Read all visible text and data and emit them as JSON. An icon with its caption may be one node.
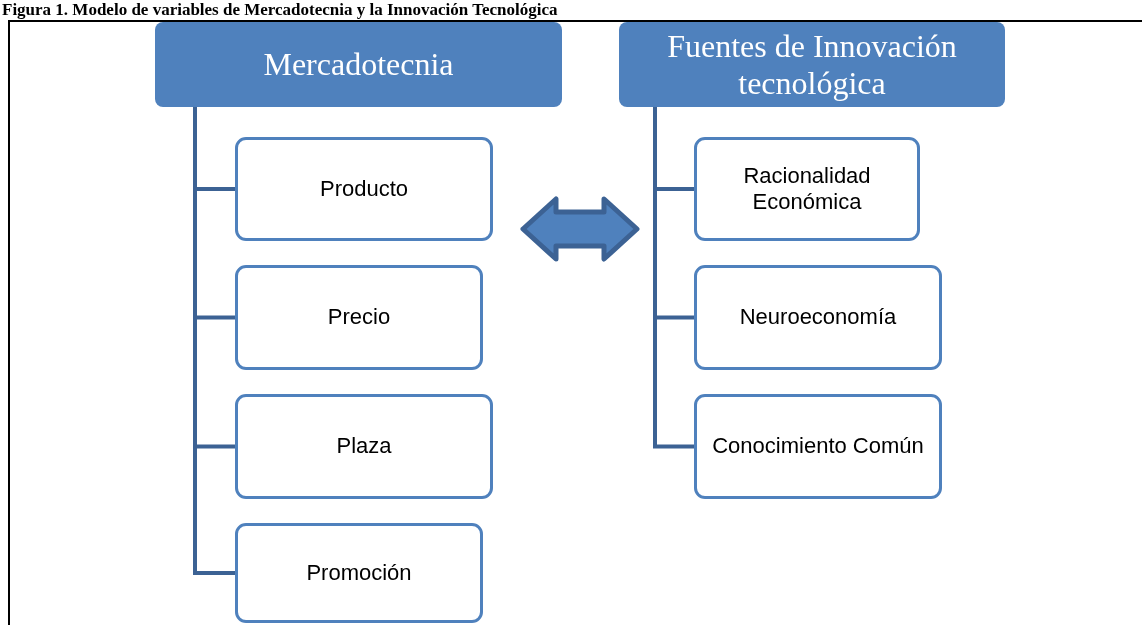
{
  "diagram": {
    "title": "Figura 1. Modelo de variables de Mercadotecnia y la Innovación Tecnológica",
    "nodes": [
      {
        "text": [
          "Mercadotecnia"
        ]
      },
      {
        "text": [
          "Producto"
        ]
      },
      {
        "text": [
          "Precio"
        ]
      },
      {
        "text": [
          "Plaza"
        ]
      },
      {
        "text": [
          "Promoción"
        ]
      },
      {
        "text": [
          "Fuentes de Innovación tecnológica"
        ]
      },
      {
        "text": [
          "Racionalidad Económica"
        ]
      },
      {
        "text": [
          "Neuroeconomía"
        ]
      },
      {
        "text": [
          "Conocimiento Común"
        ]
      }
    ],
    "edges": [
      {
        "from": 0,
        "to": 1,
        "arrow": "none"
      },
      {
        "from": 0,
        "to": 2,
        "arrow": "none"
      },
      {
        "from": 0,
        "to": 3,
        "arrow": "none"
      },
      {
        "from": 0,
        "to": 4,
        "arrow": "none"
      },
      {
        "from": 5,
        "to": 6,
        "arrow": "none"
      },
      {
        "from": 5,
        "to": 7,
        "arrow": "none"
      },
      {
        "from": 5,
        "to": 8,
        "arrow": "none"
      },
      {
        "from": 1,
        "to": 6,
        "arrow": "both",
        "style": "thick"
      }
    ]
  }
}
